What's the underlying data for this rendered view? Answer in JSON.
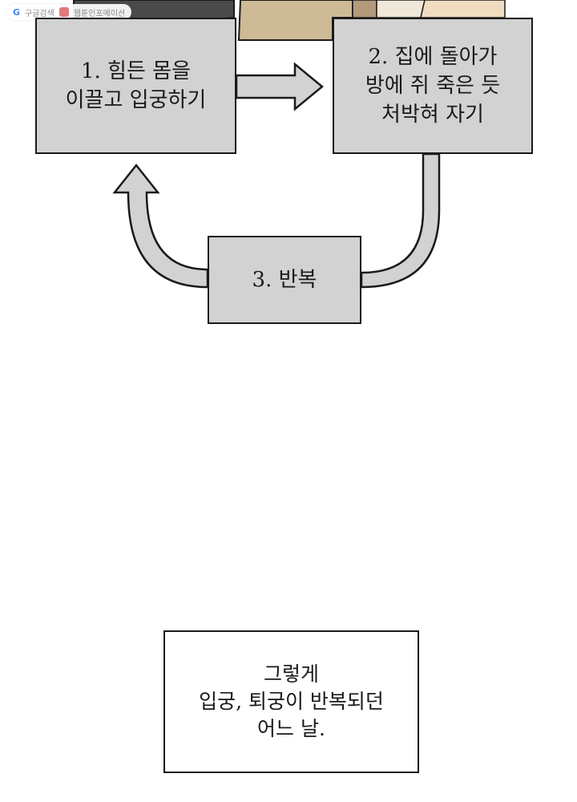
{
  "watermark": {
    "google_label": "구글검색",
    "site_label": "웹툰인포메이션"
  },
  "flow": {
    "step1": "1. 힘든 몸을\n이끌고 입궁하기",
    "step2": "2. 집에 돌아가\n방에 쥐 죽은 듯\n처박혀 자기",
    "step3": "3. 반복"
  },
  "caption": "그렇게\n입궁, 퇴궁이 반복되던\n어느 날.",
  "colors": {
    "box_fill": "#d2d2d2",
    "arrow_fill": "#d2d2d2",
    "outline": "#1a1a1a"
  }
}
